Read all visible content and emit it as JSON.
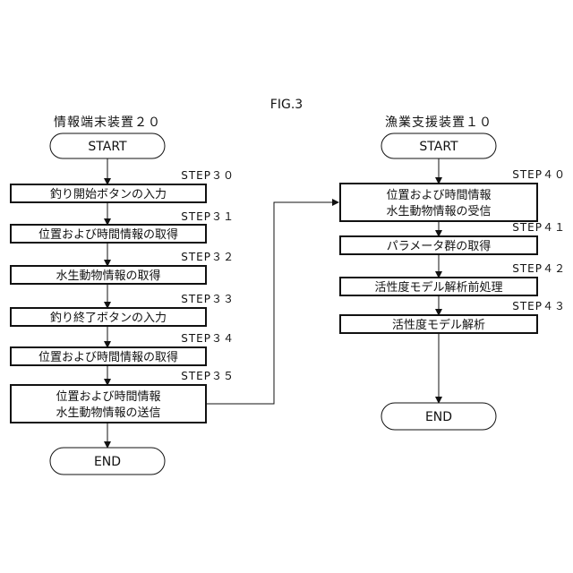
{
  "figure_label": "FIG.3",
  "left": {
    "title": "情報端末装置２０",
    "start": "START",
    "end": "END",
    "steps": [
      {
        "id": "STEP３０",
        "lines": [
          "釣り開始ボタンの入力"
        ]
      },
      {
        "id": "STEP３１",
        "lines": [
          "位置および時間情報の取得"
        ]
      },
      {
        "id": "STEP３２",
        "lines": [
          "水生動物情報の取得"
        ]
      },
      {
        "id": "STEP３３",
        "lines": [
          "釣り終了ボタンの入力"
        ]
      },
      {
        "id": "STEP３４",
        "lines": [
          "位置および時間情報の取得"
        ]
      },
      {
        "id": "STEP３５",
        "lines": [
          "位置および時間情報",
          "水生動物情報の送信"
        ]
      }
    ]
  },
  "right": {
    "title": "漁業支援装置１０",
    "start": "START",
    "end": "END",
    "steps": [
      {
        "id": "STEP４０",
        "lines": [
          "位置および時間情報",
          "水生動物情報の受信"
        ]
      },
      {
        "id": "STEP４１",
        "lines": [
          "パラメータ群の取得"
        ]
      },
      {
        "id": "STEP４２",
        "lines": [
          "活性度モデル解析前処理"
        ]
      },
      {
        "id": "STEP４３",
        "lines": [
          "活性度モデル解析"
        ]
      }
    ]
  }
}
